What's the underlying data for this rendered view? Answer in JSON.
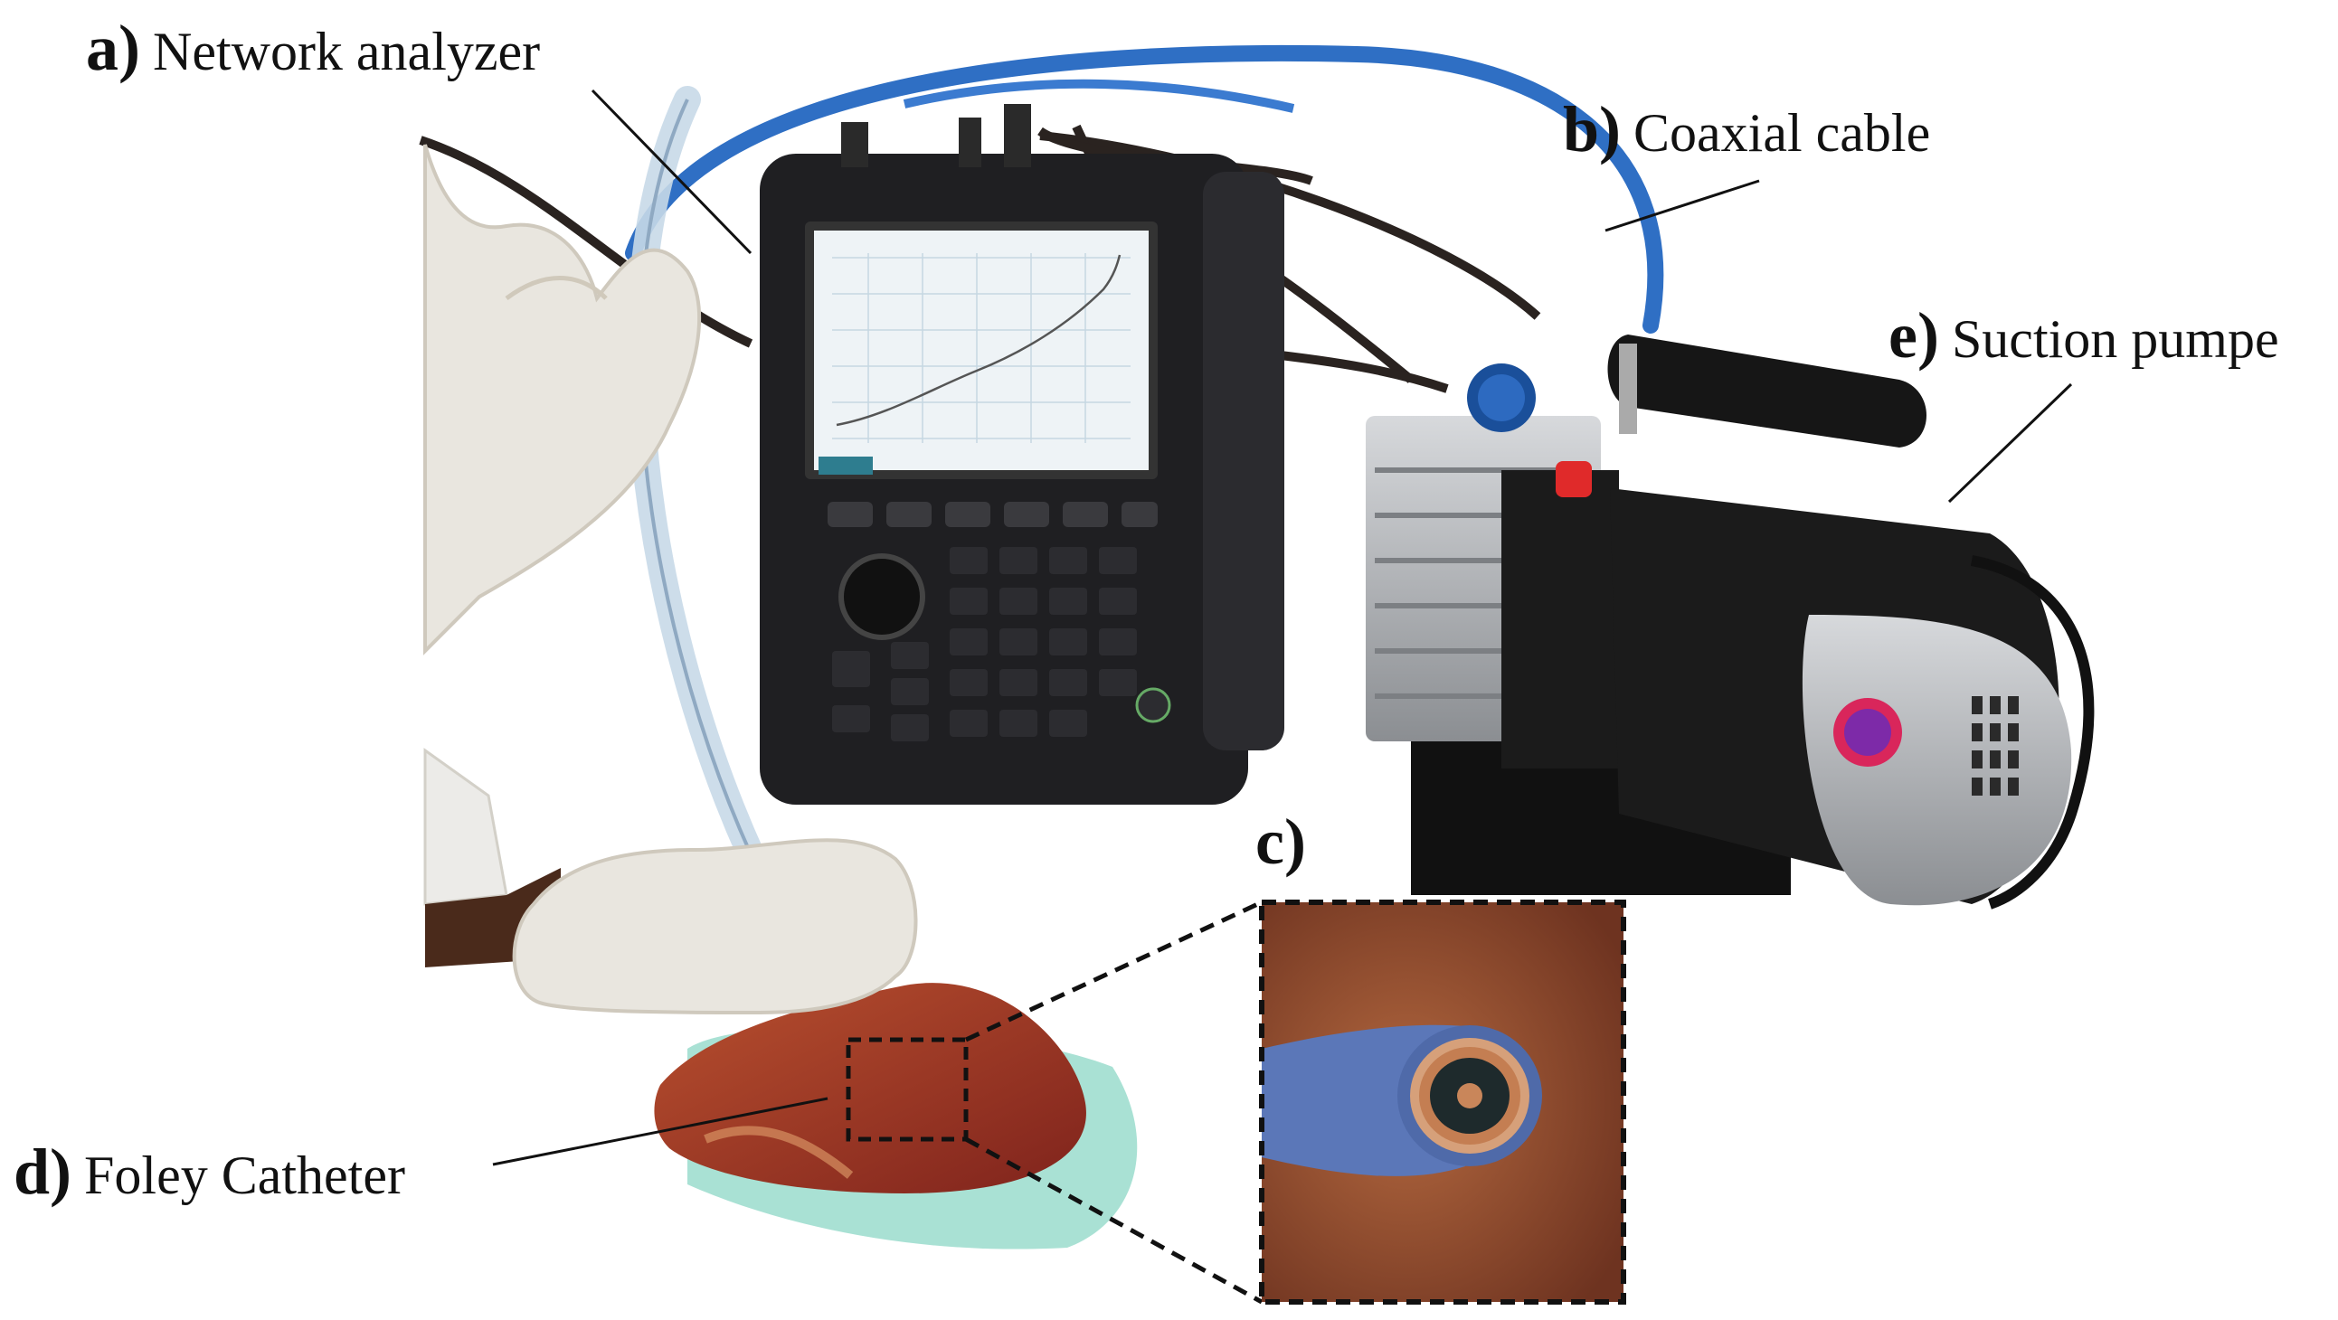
{
  "labels": {
    "a": {
      "letter": "a)",
      "text": "Network analyzer"
    },
    "b": {
      "letter": "b)",
      "text": "Coaxial cable"
    },
    "c": {
      "letter": "c)",
      "text": ""
    },
    "d": {
      "letter": "d)",
      "text": "Foley Catheter"
    },
    "e": {
      "letter": "e)",
      "text": "Suction pumpe"
    }
  },
  "colors": {
    "background": "#ffffff",
    "analyzer_body": "#1f1f22",
    "screen_bg": "#eef3f6",
    "cable_blue": "#2f6fc4",
    "tube": "#c8d9e8",
    "glove": "#e9e6df",
    "pump_silver": "#b9bcc0",
    "pump_black": "#1b1b1b",
    "tissue": "#a33a2e",
    "towel": "#a9e1d4",
    "zoom_bg": "#9a4f32"
  }
}
